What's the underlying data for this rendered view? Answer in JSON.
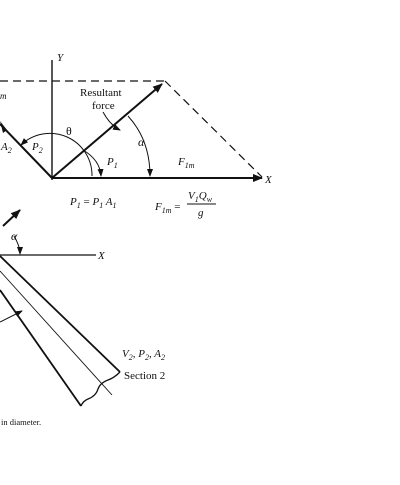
{
  "labels": {
    "y_axis": "Y",
    "x_axis_upper": "X",
    "x_axis_lower": "X",
    "resultant_line1": "Resultant",
    "resultant_line2": "force",
    "theta": "θ",
    "alpha_upper": "α",
    "alpha_lower": "α",
    "a2": "A",
    "a2_sub": "2",
    "p2": "P",
    "p2_sub": "2",
    "p1": "P",
    "p1_sub": "1",
    "f1m": "F",
    "f1m_sub": "1m",
    "cut_letter": "m",
    "eq1_p1": "P",
    "eq1_p1_sub": "1",
    "eq1_eq": " = ",
    "eq1_rhs_p": "P",
    "eq1_rhs_p_sub": "1",
    "eq1_rhs_a": " A",
    "eq1_rhs_a_sub": "1",
    "eq2_lhs": "F",
    "eq2_lhs_sub": "1m",
    "eq2_eq": " =",
    "eq2_num_v": "V",
    "eq2_num_v_sub": "1",
    "eq2_num_q": "Q",
    "eq2_num_q_sub": "w",
    "eq2_den": "g",
    "section_vals": "V",
    "section_v_sub": "2",
    "section_p": ", P",
    "section_p_sub": "2",
    "section_a": ", A",
    "section_a_sub": "2",
    "section_name": "Section 2",
    "caption_fragment": "in diameter."
  }
}
